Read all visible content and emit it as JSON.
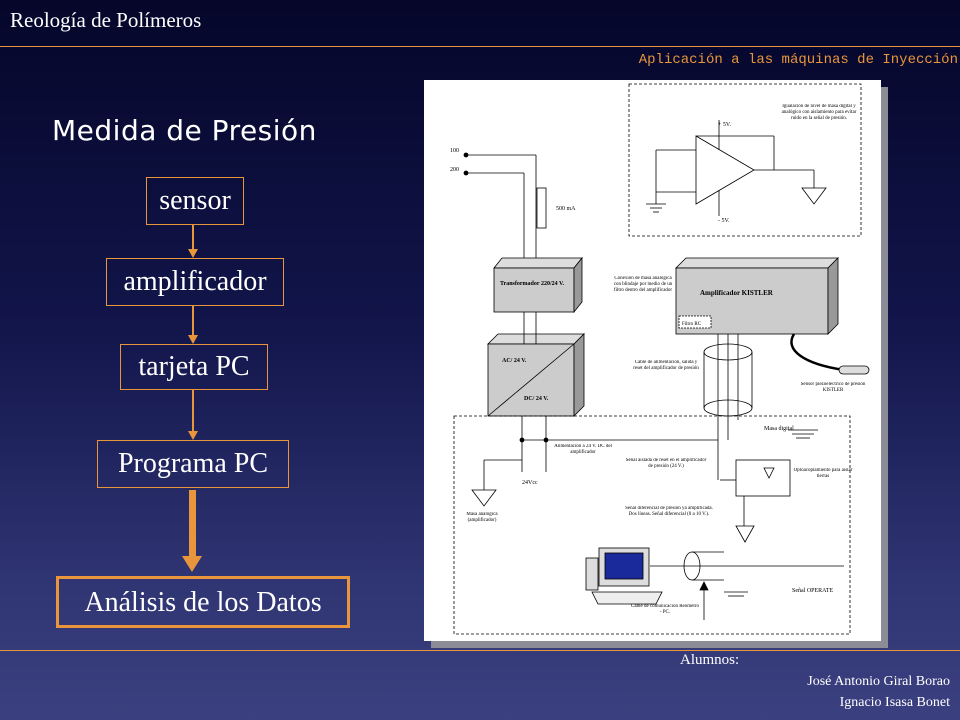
{
  "header": {
    "course": "Reología de Polímeros",
    "subtitle": "Aplicación a las máquinas de  Inyección"
  },
  "slide": {
    "title": "Medida de Presión",
    "flow": [
      "sensor",
      "amplificador",
      "tarjeta PC",
      "Programa PC",
      "Análisis  de los Datos"
    ]
  },
  "diagram": {
    "labels": {
      "in100": "100",
      "in200": "200",
      "fuse": "500 mA",
      "transformer": "Transformador 220/24 V.",
      "acdc_ac": "AC/ 24 V.",
      "acdc_dc": "DC/ 24 V.",
      "kistler": "Amplificador KISTLER",
      "filter": "Filtro RC",
      "mass_conn": "Conexión de masa analógica con blindaje por medio de un filtro dentro del amplificador",
      "cable_power": "Cable de alimentación, salida y reset del amplificador de presión",
      "sensor": "Sensor piezoeléctrico de presión KISTLER",
      "opamp_note": "Igualación de nivel de masa digital y analógico con aislamiento para evitar ruido en la señal de presión.",
      "plus5": "+ 5V.",
      "minus5": "- 5V.",
      "feed": "Alimentación a 24 V. DC del amplificador",
      "vcc": "24Vcc",
      "reset": "Señal  aislada de reset en el amplificador de presión (24 V.)",
      "diff": "Señal diferencial de presión ya amplificada. Dos líneas. Señal diferencial (0 a 10 V.).",
      "mass_analog": "Masa analógica (amplificador)",
      "mass_digital": "Masa digital",
      "opto": "Optoacoplamiento para aislar tierras",
      "operate": "Señal OPERATE",
      "comm": "Cable de comunicación Reómetro - PC."
    }
  },
  "footer": {
    "label": "Alumnos:",
    "student1": "José Antonio Giral Borao",
    "student2": "Ignacio Isasa Bonet"
  },
  "colors": {
    "accent": "#e8953c",
    "bg_top": "#05062a",
    "bg_bottom": "#3b4080"
  }
}
